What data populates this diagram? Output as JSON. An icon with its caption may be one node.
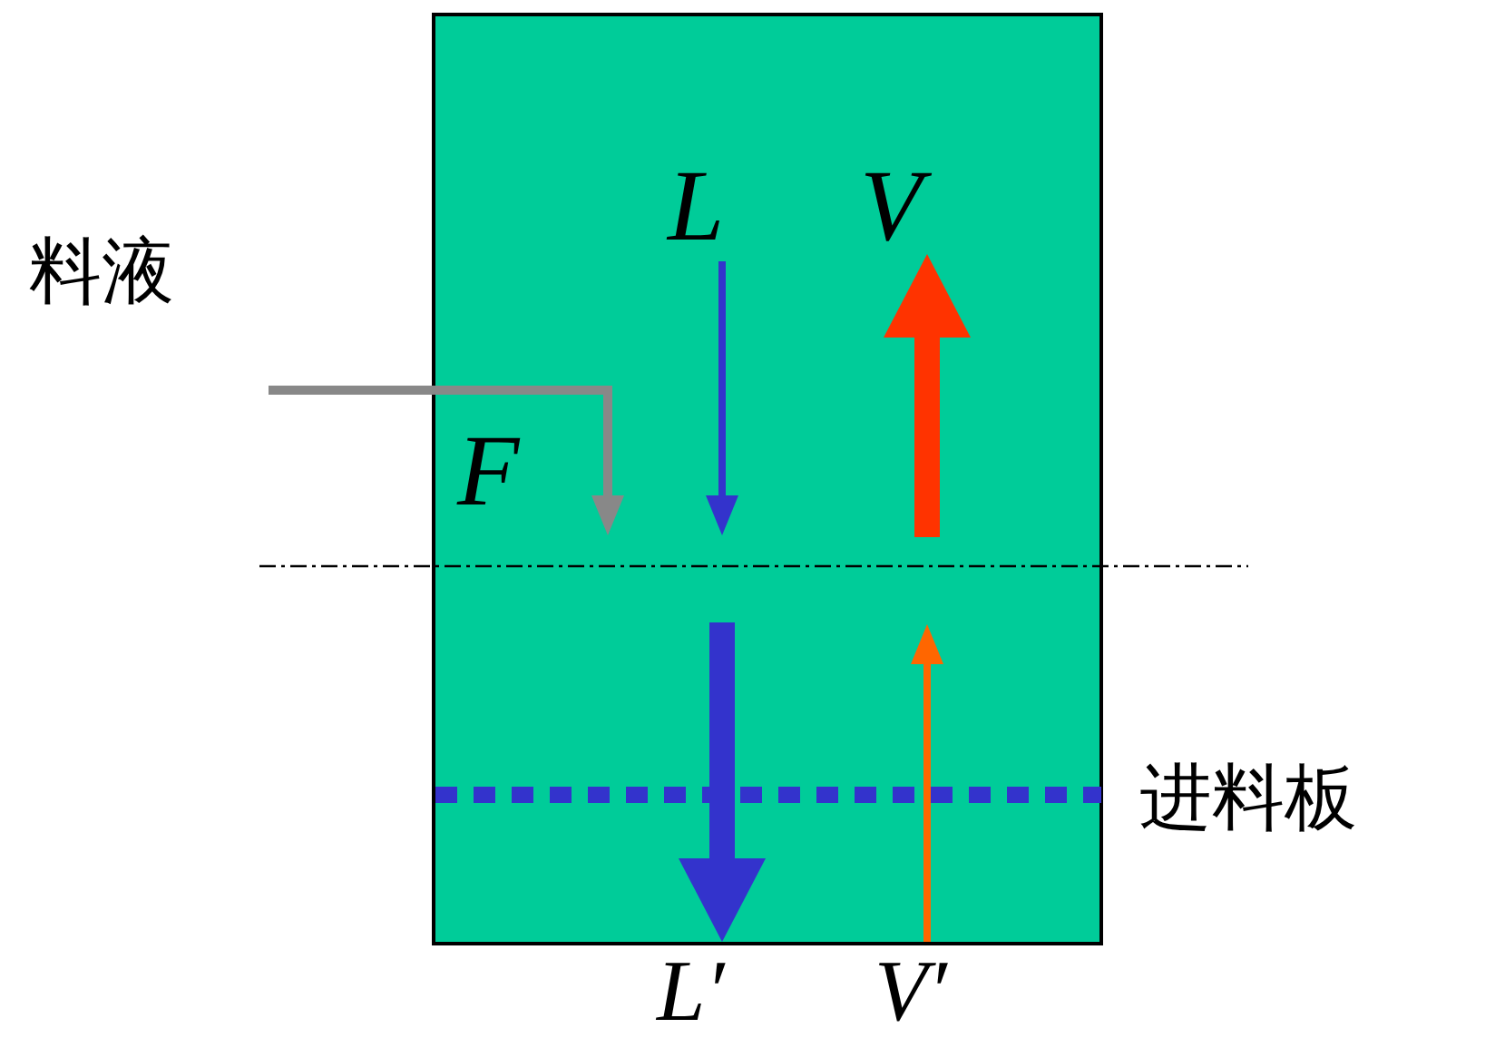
{
  "diagram": {
    "nodes": [
      {
        "text": [
          "料液"
        ]
      },
      {
        "text": [],
        "shape": "box"
      },
      {
        "text": [
          "L"
        ],
        "in": 1
      },
      {
        "text": [
          "V"
        ],
        "in": 1
      },
      {
        "text": [
          "F"
        ],
        "in": 1
      },
      {
        "text": [
          "L′"
        ]
      },
      {
        "text": [
          "V′"
        ]
      }
    ],
    "edges": [
      {
        "from": 0,
        "to": null,
        "arrow": "to",
        "color": "#888888"
      },
      {
        "from": 2,
        "to": null,
        "arrow": "to",
        "color": "#3333cc"
      },
      {
        "from": null,
        "to": 3,
        "arrow": "to",
        "style": "thick",
        "color": "#ff3300"
      },
      {
        "from": null,
        "to": 5,
        "arrow": "to",
        "style": "thick",
        "color": "#3333cc"
      },
      {
        "from": 6,
        "to": null,
        "arrow": "to",
        "color": "#ff6600"
      }
    ],
    "labels": [
      "进料板"
    ]
  }
}
